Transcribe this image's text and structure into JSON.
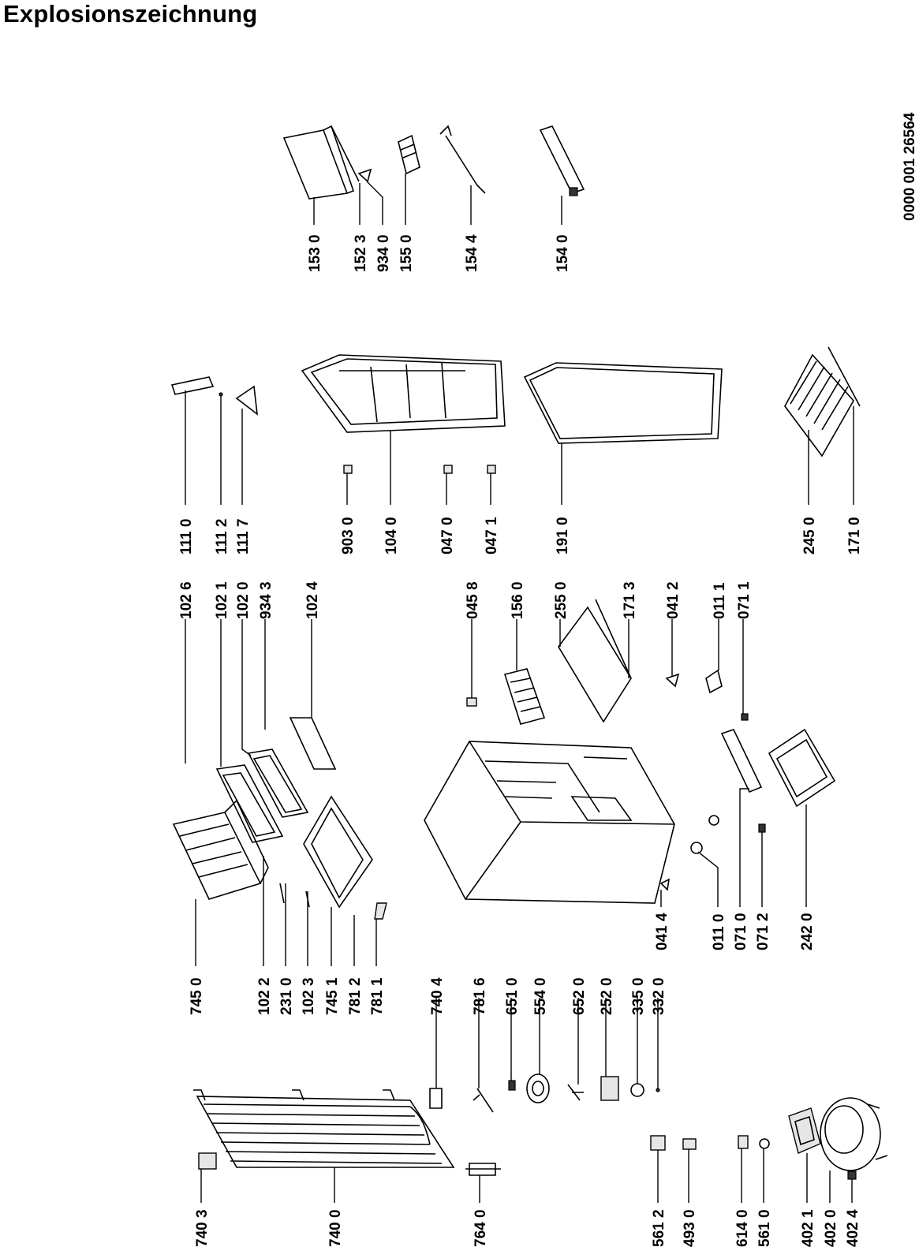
{
  "title": "Explosionszeichnung",
  "document_id": "0000 001 26564",
  "labels": [
    "740 3",
    "740 0",
    "764 0",
    "561 2",
    "493 0",
    "614 0",
    "561 0",
    "402 1",
    "402 0",
    "402 4",
    "745 0",
    "102 2",
    "231 0",
    "102 3",
    "745 1",
    "781 2",
    "781 1",
    "740 4",
    "781 6",
    "651 0",
    "554 0",
    "652 0",
    "252 0",
    "335 0",
    "332 0",
    "041 4",
    "011 0",
    "071 0",
    "071 2",
    "242 0",
    "102 6",
    "102 1",
    "102 0",
    "934 3",
    "102 4",
    "045 8",
    "156 0",
    "255 0",
    "171 3",
    "041 2",
    "011 1",
    "071 1",
    "111 0",
    "111 2",
    "111 7",
    "903 0",
    "104 0",
    "047 0",
    "047 1",
    "191 0",
    "245 0",
    "171 0",
    "153 0",
    "152 3",
    "934 0",
    "155 0",
    "154 4",
    "154 0"
  ]
}
